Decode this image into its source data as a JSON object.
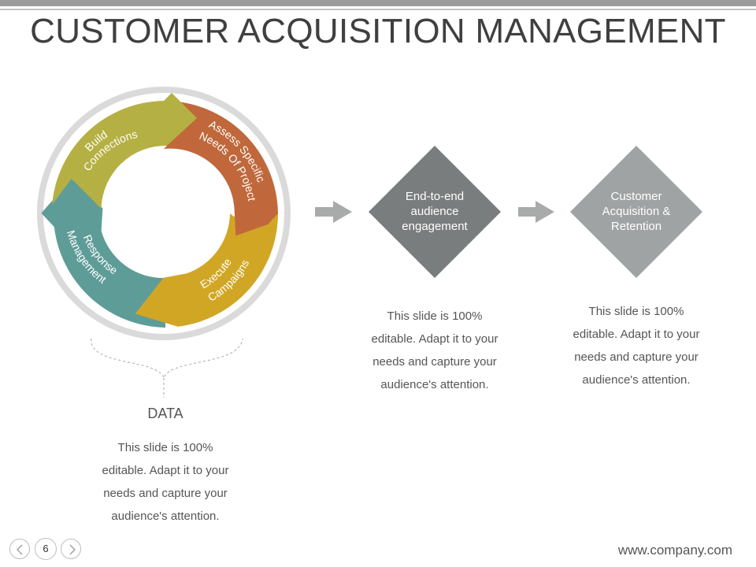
{
  "title": "CUSTOMER ACQUISITION MANAGEMENT",
  "cycle": {
    "segments": [
      {
        "line1": "Build",
        "line2": "Connections"
      },
      {
        "line1": "Assess Specific",
        "line2": "Needs Of Project"
      },
      {
        "line1": "Execute",
        "line2": "Campaigns"
      },
      {
        "line1": "Response",
        "line2": "Management"
      }
    ],
    "colors": {
      "build": "#b5b043",
      "assess": "#c0683b",
      "execute": "#d1a625",
      "response": "#5e9c98",
      "ring": "#dadada"
    }
  },
  "data_label": "DATA",
  "diamonds": [
    {
      "line1": "End-to-end",
      "line2": "audience",
      "line3": "engagement",
      "color": "#7a7d7d"
    },
    {
      "line1": "Customer",
      "line2": "Acquisition &",
      "line3": "Retention",
      "color": "#a0a3a3"
    }
  ],
  "descriptions": {
    "data": [
      "This slide is 100%",
      "editable. Adapt it to your",
      "needs and capture your",
      "audience's attention."
    ],
    "engagement": [
      "This slide is 100%",
      "editable. Adapt it to your",
      "needs and capture your",
      "audience's attention."
    ],
    "retention": [
      "This slide is 100%",
      "editable. Adapt it to your",
      "needs and capture your",
      "audience's attention."
    ]
  },
  "footer": {
    "page_number": "6",
    "url": "www.company.com"
  }
}
